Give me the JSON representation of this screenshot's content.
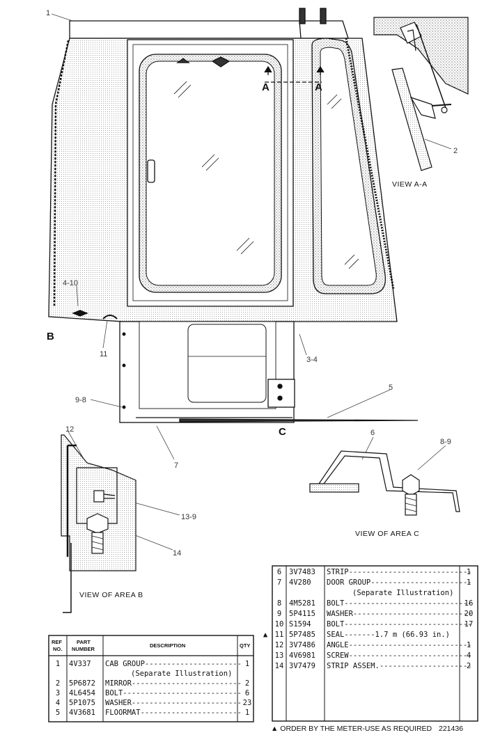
{
  "callouts": {
    "c1": "1",
    "c2": "2",
    "c4_10": "4-10",
    "c11": "11",
    "c3_4": "3-4",
    "c9_8": "9-8",
    "c5": "5",
    "c7": "7",
    "c12": "12",
    "c13_9": "13-9",
    "c14": "14",
    "c6": "6",
    "c8_9": "8-9"
  },
  "letters": {
    "a_left": "A",
    "a_right": "A",
    "b": "B",
    "c": "C"
  },
  "views": {
    "view_a": "VIEW A-A",
    "view_b": "VIEW OF AREA B",
    "view_c": "VIEW OF AREA C"
  },
  "left_table": {
    "headers": {
      "ref": [
        "REF",
        "NO."
      ],
      "part": [
        "PART",
        "NUMBER"
      ],
      "desc": "DESCRIPTION",
      "qty": "QTY"
    },
    "rows": [
      {
        "ref": "1",
        "part": "4V337",
        "desc": "CAB GROUP----------------------",
        "sub": "(Separate Illustration)",
        "qty": "1"
      },
      {
        "ref": "2",
        "part": "5P6872",
        "desc": "MIRROR-------------------------",
        "qty": "2"
      },
      {
        "ref": "3",
        "part": "4L6454",
        "desc": "BOLT---------------------------",
        "qty": "6"
      },
      {
        "ref": "4",
        "part": "5P1075",
        "desc": "WASHER-------------------------",
        "qty": "23"
      },
      {
        "ref": "5",
        "part": "4V3681",
        "desc": "FLOORMAT-----------------------",
        "qty": "1"
      }
    ]
  },
  "right_table": {
    "rows": [
      {
        "ref": "6",
        "part": "3V7483",
        "desc": "STRIP----------------------------",
        "qty": "1",
        "mark": ""
      },
      {
        "ref": "7",
        "part": "4V280",
        "desc": "DOOR GROUP-----------------------",
        "sub": "(Separate Illustration)",
        "qty": "1",
        "mark": ""
      },
      {
        "ref": "8",
        "part": "4M5281",
        "desc": "BOLT-----------------------------",
        "qty": "16",
        "mark": ""
      },
      {
        "ref": "9",
        "part": "5P4115",
        "desc": "WASHER---------------------------",
        "qty": "20",
        "mark": ""
      },
      {
        "ref": "10",
        "part": "S1594",
        "desc": "BOLT-----------------------------",
        "qty": "17",
        "mark": ""
      },
      {
        "ref": "11",
        "part": "5P7485",
        "desc": "SEAL-------1.7 m (66.93 in.)",
        "qty": "",
        "mark": "▲"
      },
      {
        "ref": "12",
        "part": "3V7486",
        "desc": "ANGLE----------------------------",
        "qty": "1",
        "mark": ""
      },
      {
        "ref": "13",
        "part": "4V6981",
        "desc": "SCREW----------------------------",
        "qty": "4",
        "mark": ""
      },
      {
        "ref": "14",
        "part": "3V7479",
        "desc": "STRIP ASSEM.---------------------",
        "qty": "2",
        "mark": ""
      }
    ]
  },
  "footer": {
    "note": "▲ ORDER BY THE METER-USE AS REQUIRED",
    "number": "221436"
  }
}
